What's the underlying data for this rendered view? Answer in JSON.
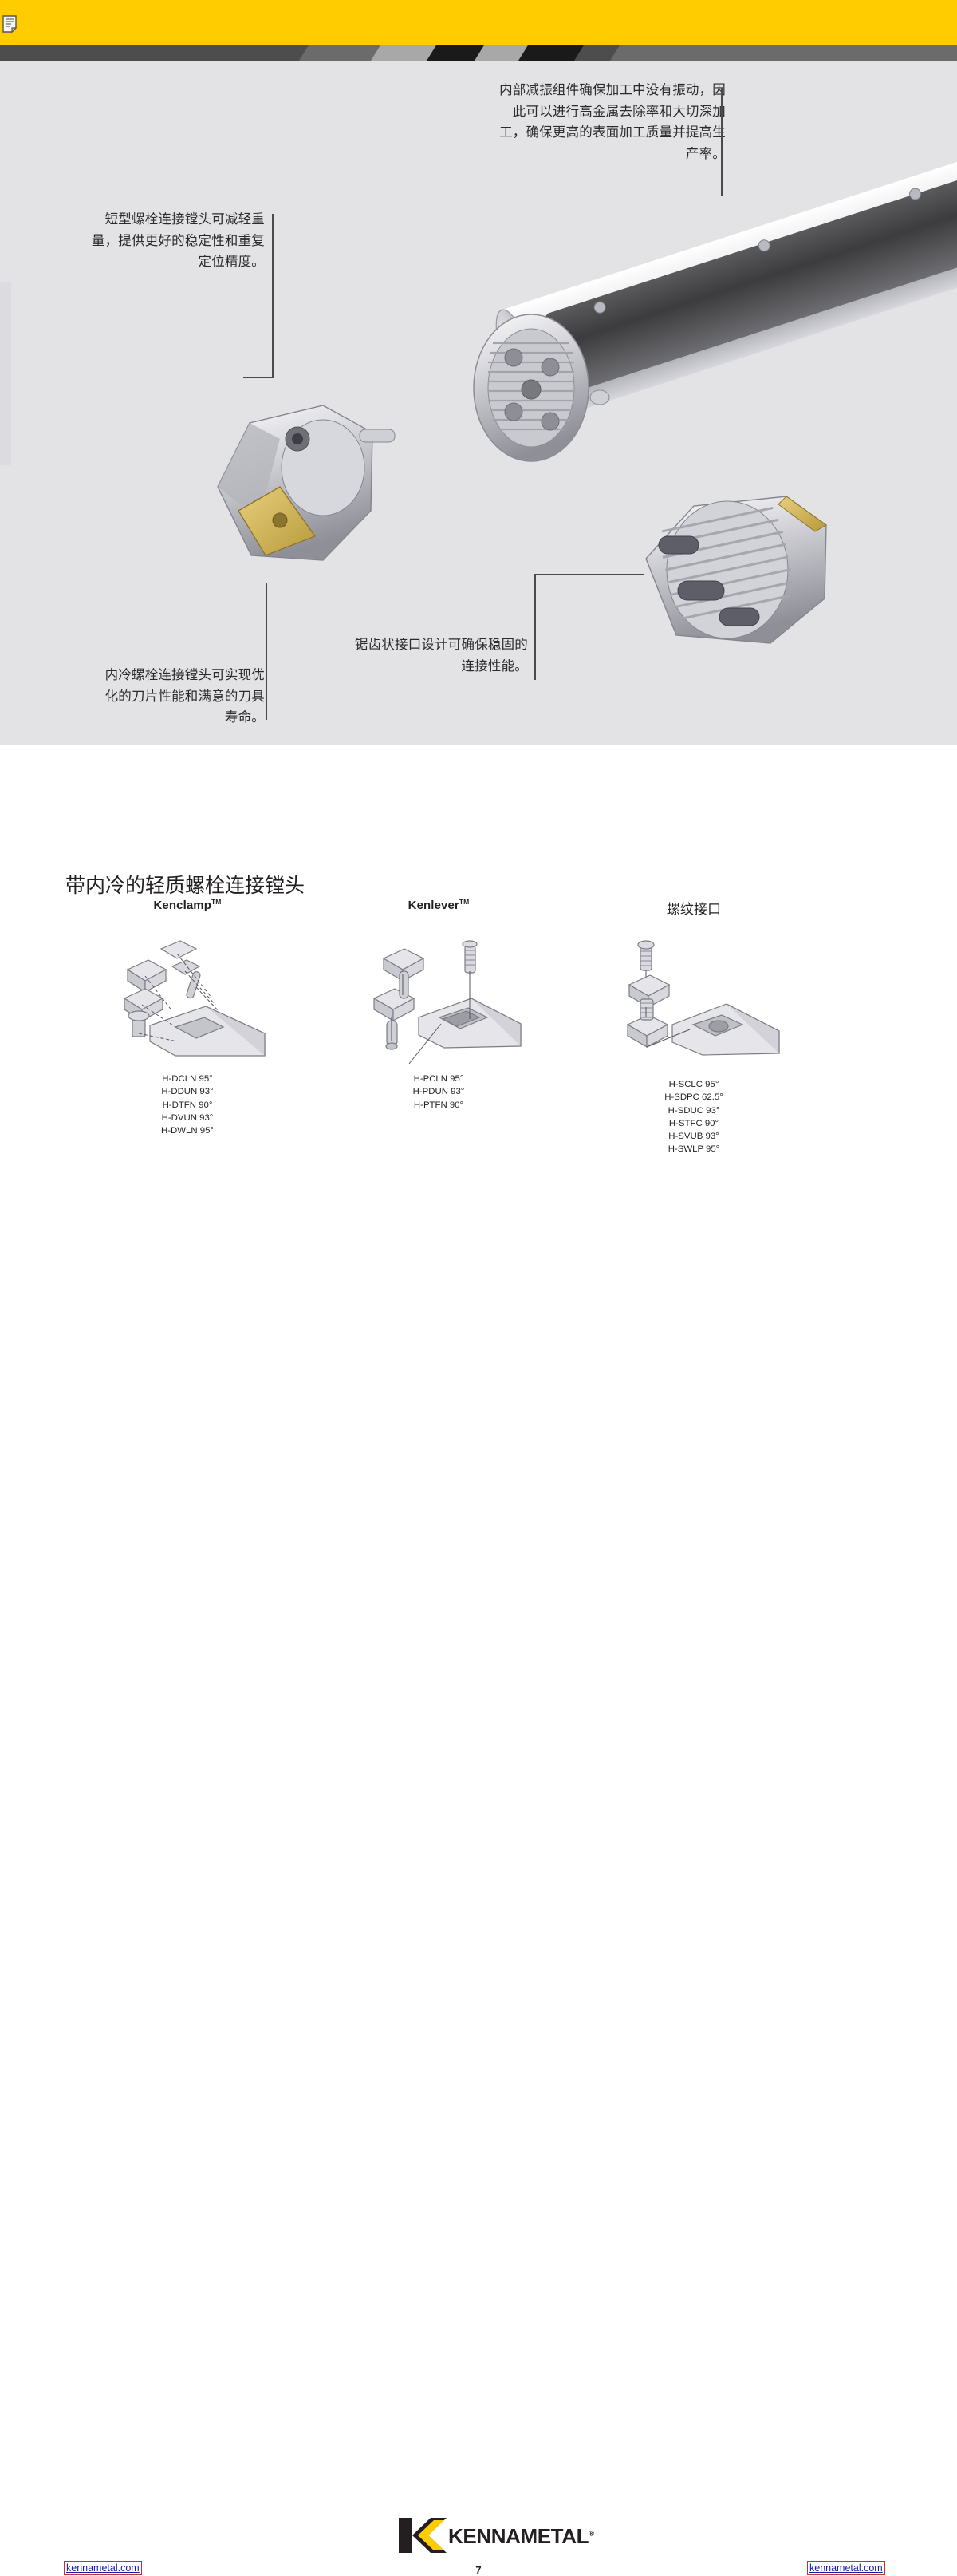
{
  "page": {
    "brand_yellow": "#ffcc00",
    "hero_bg": "#e3e3e5",
    "page_number": "7",
    "note_icon": "note-document-icon"
  },
  "callouts": [
    {
      "id": "vibration-damping",
      "text": "内部减振组件确保加工中没有振动，因此可以进行高金属去除率和大切深加工，确保更高的表面加工质量并提高生产率。"
    },
    {
      "id": "short-bolt-head",
      "text": "短型螺栓连接镗头可减轻重量，提供更好的稳定性和重复定位精度。"
    },
    {
      "id": "coolant-bolt-head",
      "text": "内冷螺栓连接镗头可实现优化的刀片性能和满意的刀具寿命。"
    },
    {
      "id": "serrated-interface",
      "text": "锯齿状接口设计可确保稳固的连接性能。"
    }
  ],
  "section": {
    "title": "带内冷的轻质螺栓连接镗头",
    "columns": [
      {
        "id": "kenclamp",
        "name": "Kenclamp",
        "trademark": "TM",
        "is_chinese": false,
        "figure": "kenclamp-exploded-illustration",
        "codes": [
          "H-DCLN 95°",
          "H-DDUN 93°",
          "H-DTFN 90°",
          "H-DVUN 93°",
          "H-DWLN 95°"
        ]
      },
      {
        "id": "kenlever",
        "name": "Kenlever",
        "trademark": "TM",
        "is_chinese": false,
        "figure": "kenlever-exploded-illustration",
        "codes": [
          "H-PCLN 95°",
          "H-PDUN 93°",
          "H-PTFN 90°"
        ]
      },
      {
        "id": "screw-interface",
        "name": "螺纹接口",
        "trademark": "",
        "is_chinese": true,
        "figure": "screw-interface-exploded-illustration",
        "codes": [
          "H-SCLC 95°",
          "H-SDPC 62.5°",
          "H-SDUC 93°",
          "H-STFC 90°",
          "H-SVUB 93°",
          "H-SWLP 95°"
        ]
      }
    ]
  },
  "footer": {
    "logo_text": "KENNAMETAL",
    "logo_registered": "®",
    "page_number": "7",
    "link_left": "kennametal.com",
    "link_right": "kennametal.com"
  }
}
